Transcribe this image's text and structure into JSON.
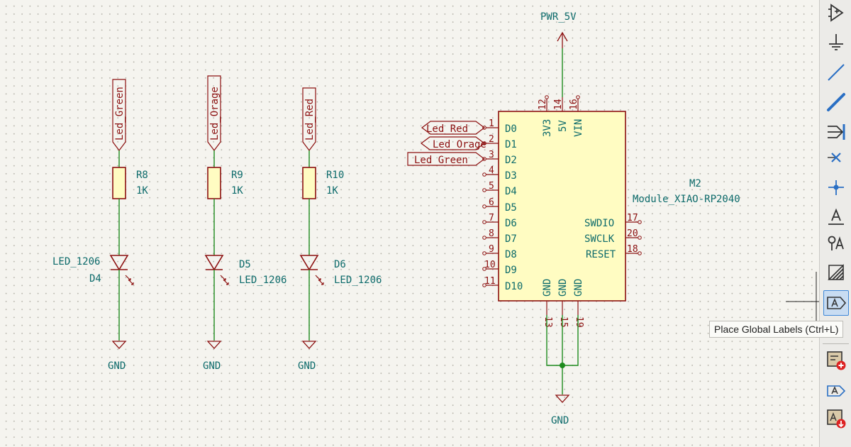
{
  "schematic": {
    "power": {
      "top_net": "PWR_5V",
      "gnd": "GND"
    },
    "resistors": [
      {
        "ref": "R8",
        "value": "1K",
        "label": "Led_Green"
      },
      {
        "ref": "R9",
        "value": "1K",
        "label": "Led_Orage"
      },
      {
        "ref": "R10",
        "value": "1K",
        "label": "Led_Red"
      }
    ],
    "leds": [
      {
        "ref": "D4",
        "value": "LED_1206"
      },
      {
        "ref": "D5",
        "value": "LED_1206"
      },
      {
        "ref": "D6",
        "value": "LED_1206"
      }
    ],
    "module": {
      "ref": "M2",
      "value": "Module_XIAO-RP2040",
      "left_pins": [
        {
          "num": "1",
          "name": "D0"
        },
        {
          "num": "2",
          "name": "D1"
        },
        {
          "num": "3",
          "name": "D2"
        },
        {
          "num": "4",
          "name": "D3"
        },
        {
          "num": "5",
          "name": "D4"
        },
        {
          "num": "6",
          "name": "D5"
        },
        {
          "num": "7",
          "name": "D6"
        },
        {
          "num": "8",
          "name": "D7"
        },
        {
          "num": "9",
          "name": "D8"
        },
        {
          "num": "10",
          "name": "D9"
        },
        {
          "num": "11",
          "name": "D10"
        }
      ],
      "top_pins": [
        {
          "num": "12",
          "name": "3V3"
        },
        {
          "num": "14",
          "name": "5V"
        },
        {
          "num": "16",
          "name": "VIN"
        }
      ],
      "right_pins": [
        {
          "num": "17",
          "name": "SWDIO"
        },
        {
          "num": "20",
          "name": "SWCLK"
        },
        {
          "num": "18",
          "name": "RESET"
        }
      ],
      "bottom_pins": [
        {
          "num": "13",
          "name": "GND"
        },
        {
          "num": "15",
          "name": "GND"
        },
        {
          "num": "19",
          "name": "GND"
        }
      ]
    },
    "module_labels": [
      "Led_Red",
      "Led_Orage",
      "Led_Green"
    ]
  },
  "toolbar": {
    "tools": [
      {
        "icon": "place-symbol-icon"
      },
      {
        "icon": "place-power-icon"
      },
      {
        "icon": "draw-wire-icon"
      },
      {
        "icon": "draw-bus-icon"
      },
      {
        "icon": "bus-entry-icon"
      },
      {
        "icon": "no-connect-icon"
      },
      {
        "icon": "junction-icon"
      },
      {
        "icon": "net-label-icon"
      },
      {
        "icon": "net-class-directive-icon"
      },
      {
        "icon": "rule-area-icon"
      },
      {
        "icon": "global-label-icon",
        "active": true
      },
      {
        "icon": "hierarchical-sheet-icon"
      },
      {
        "icon": "hierarchical-label-icon"
      },
      {
        "icon": "import-sheet-pin-icon"
      }
    ],
    "tooltip": "Place Global Labels  (Ctrl+L)"
  }
}
